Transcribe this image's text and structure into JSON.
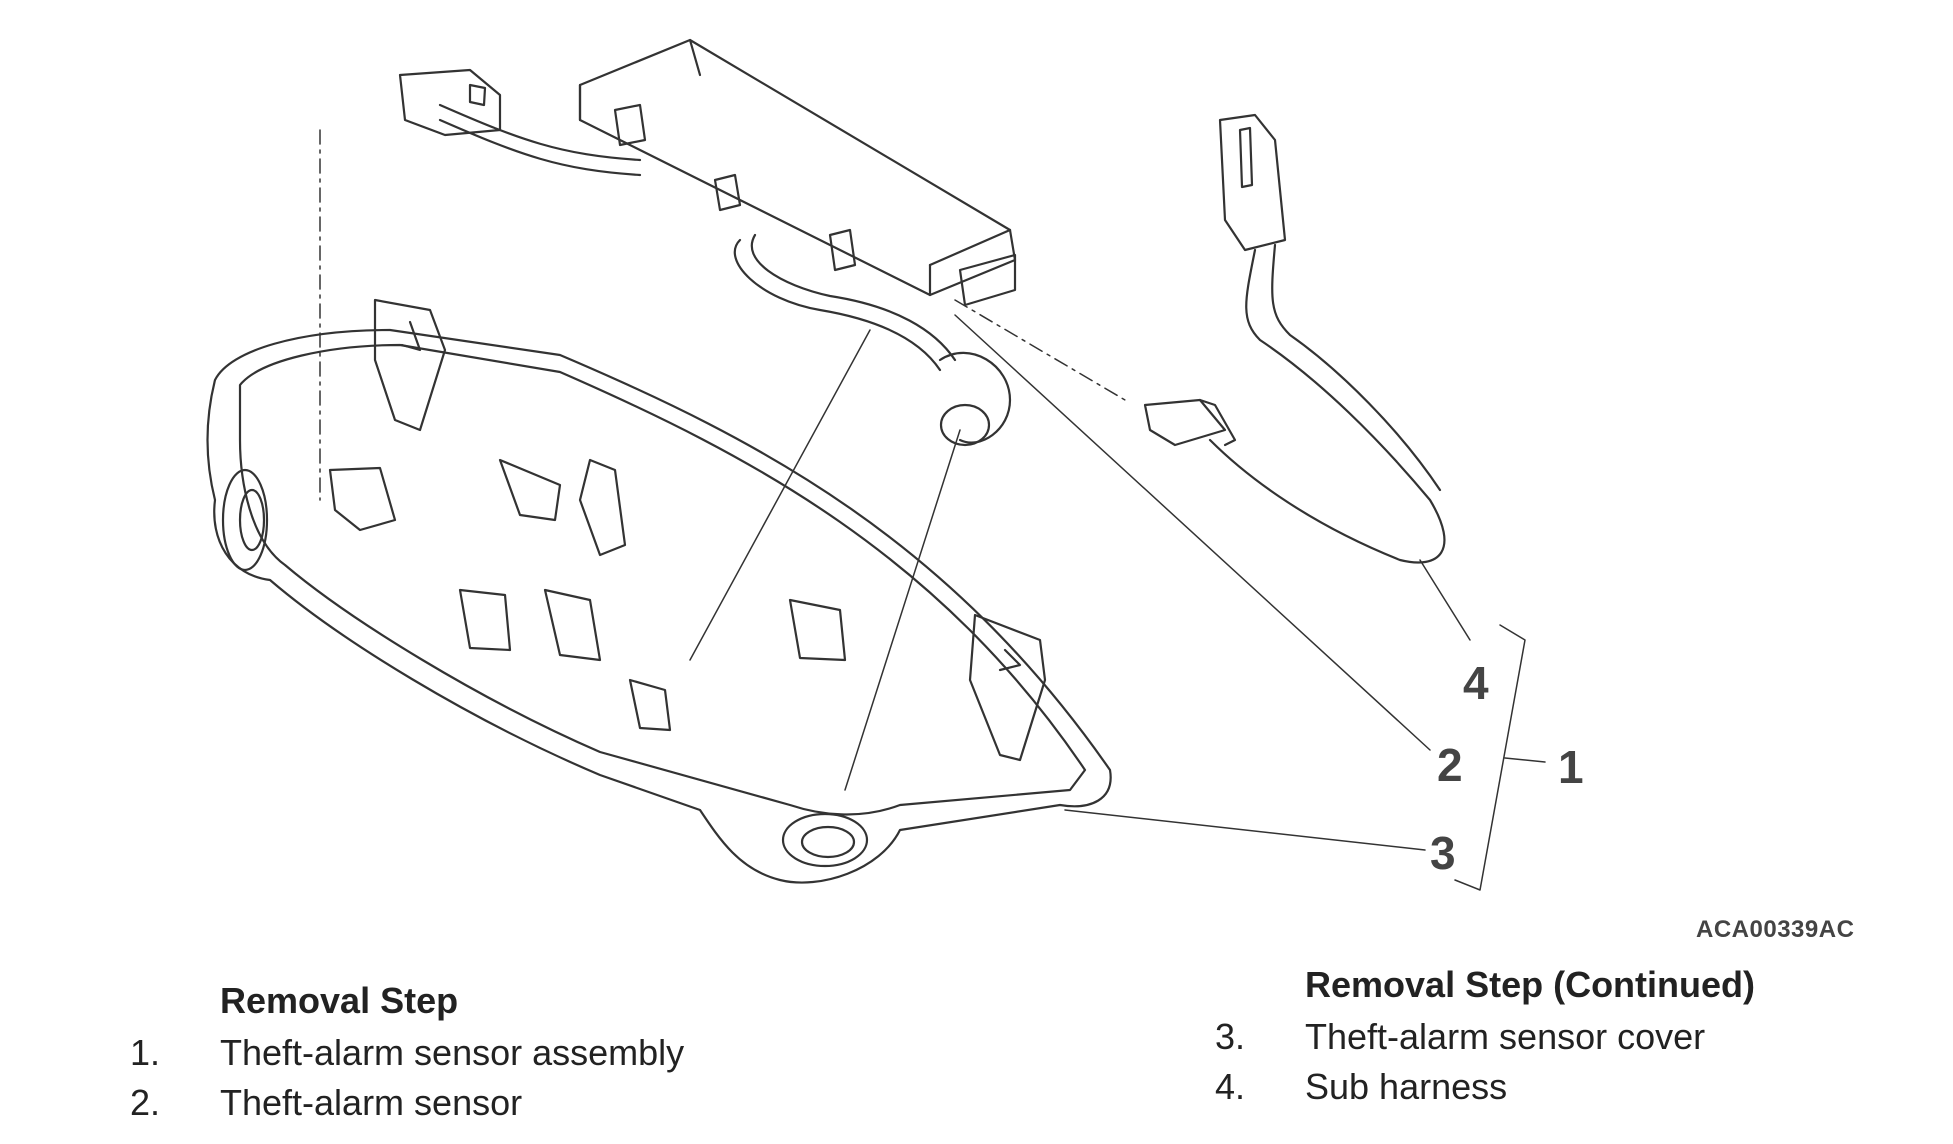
{
  "callouts": {
    "c4": "4",
    "c2": "2",
    "c1": "1",
    "c3": "3"
  },
  "figure_code": "ACA00339AC",
  "left_steps": {
    "heading": "Removal Step",
    "items": [
      {
        "num": "1.",
        "label": "Theft-alarm sensor assembly"
      },
      {
        "num": "2.",
        "label": "Theft-alarm sensor"
      }
    ]
  },
  "right_steps": {
    "heading": "Removal Step (Continued)",
    "items": [
      {
        "num": "3.",
        "label": "Theft-alarm sensor cover"
      },
      {
        "num": "4.",
        "label": "Sub harness"
      }
    ]
  }
}
